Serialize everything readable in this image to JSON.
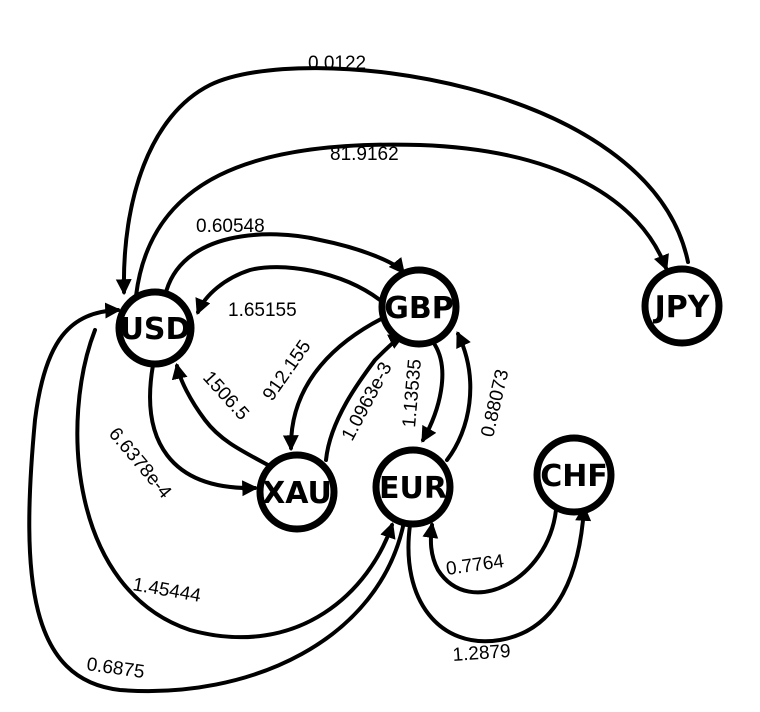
{
  "nodes": [
    {
      "id": "USD",
      "label": "USD"
    },
    {
      "id": "GBP",
      "label": "GBP"
    },
    {
      "id": "JPY",
      "label": "JPY"
    },
    {
      "id": "XAU",
      "label": "XAU"
    },
    {
      "id": "EUR",
      "label": "EUR"
    },
    {
      "id": "CHF",
      "label": "CHF"
    }
  ],
  "edges": [
    {
      "from": "JPY",
      "to": "USD",
      "label": "0.0122"
    },
    {
      "from": "USD",
      "to": "JPY",
      "label": "81.9162"
    },
    {
      "from": "USD",
      "to": "GBP",
      "label": "0.60548"
    },
    {
      "from": "GBP",
      "to": "USD",
      "label": "1.65155"
    },
    {
      "from": "XAU",
      "to": "USD",
      "label": "1506.5"
    },
    {
      "from": "GBP",
      "to": "XAU",
      "label": "912.155"
    },
    {
      "from": "XAU",
      "to": "GBP",
      "label": "1.0963e-3"
    },
    {
      "from": "GBP",
      "to": "EUR",
      "label": "1.13535"
    },
    {
      "from": "EUR",
      "to": "GBP",
      "label": "0.88073"
    },
    {
      "from": "USD",
      "to": "XAU",
      "label": "6.6378e-4"
    },
    {
      "from": "USD",
      "to": "EUR",
      "label": "1.45444"
    },
    {
      "from": "EUR",
      "to": "USD",
      "label": "0.6875"
    },
    {
      "from": "CHF",
      "to": "EUR",
      "label": "0.7764"
    },
    {
      "from": "EUR",
      "to": "CHF",
      "label": "1.2879"
    }
  ]
}
